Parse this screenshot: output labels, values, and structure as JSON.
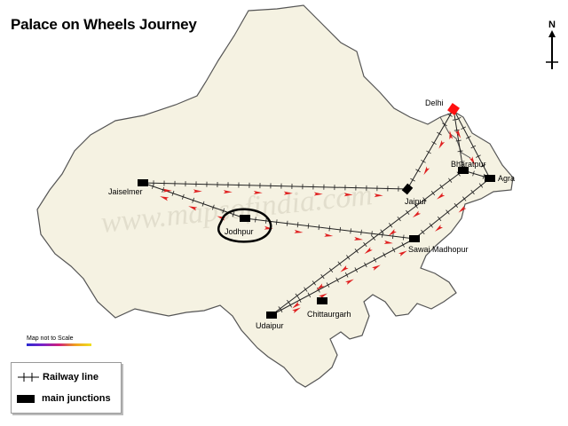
{
  "title": "Palace on Wheels Journey",
  "watermark": "www.mapsofindia.com",
  "north": "N",
  "scale_note": "Map not to Scale",
  "legend": {
    "railway_line": "Railway line",
    "main_junctions": "main junctions"
  },
  "colors": {
    "land": "#f5f2e2",
    "land_border": "#555555",
    "rail": "#222222",
    "arrow": "#e02020",
    "junction": "#000000",
    "delhi": "#ff1010"
  },
  "stations": [
    {
      "id": "delhi",
      "label": "Delhi"
    },
    {
      "id": "agra",
      "label": "Agra"
    },
    {
      "id": "bharatpur",
      "label": "Bharatpur"
    },
    {
      "id": "jaipur",
      "label": "Jaipur"
    },
    {
      "id": "jaiselmer",
      "label": "Jaiselmer"
    },
    {
      "id": "jodhpur",
      "label": "Jodhpur"
    },
    {
      "id": "sawai",
      "label": "Sawai Madhopur"
    },
    {
      "id": "chittaurgarh",
      "label": "Chittaurgarh"
    },
    {
      "id": "udaipur",
      "label": "Udaipur"
    }
  ]
}
